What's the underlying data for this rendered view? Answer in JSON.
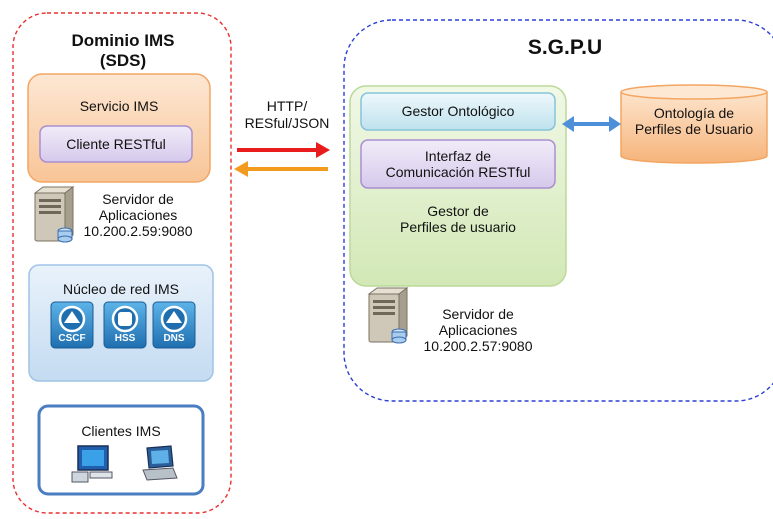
{
  "sds": {
    "title_line1": "Dominio IMS",
    "title_line2": "(SDS)",
    "service": {
      "title": "Servicio IMS",
      "client_label": "Cliente RESTful"
    },
    "app_server": {
      "line1": "Servidor de",
      "line2": "Aplicaciones",
      "line3": "10.200.2.59:9080"
    },
    "core": {
      "title": "Núcleo de red IMS",
      "nodes": [
        "CSCF",
        "HSS",
        "DNS"
      ]
    },
    "clients": {
      "title": "Clientes IMS"
    }
  },
  "link": {
    "line1": "HTTP/",
    "line2": "RESful/JSON"
  },
  "sgpu": {
    "title": "S.G.P.U",
    "ontology_manager": "Gestor Ontológico",
    "rest_interface_line1": "Interfaz de",
    "rest_interface_line2": "Comunicación RESTful",
    "profile_manager_line1": "Gestor de",
    "profile_manager_line2": "Perfiles de usuario",
    "app_server": {
      "line1": "Servidor de",
      "line2": "Aplicaciones",
      "line3": "10.200.2.57:9080"
    },
    "ontology_db_line1": "Ontología de",
    "ontology_db_line2": "Perfiles de Usuario"
  },
  "colors": {
    "sds_border": "#e8302f",
    "sgpu_border": "#2a3fd6",
    "orange_box": "#f6a55a",
    "purple_box": "#a98fd0",
    "green_box": "#b8d98c",
    "blue_box": "#9fc3e6",
    "arrow_red": "#e81c1c",
    "arrow_orange": "#f39b1f",
    "arrow_blue": "#4d8fd8",
    "icon_blue": "#2c7fbf"
  }
}
